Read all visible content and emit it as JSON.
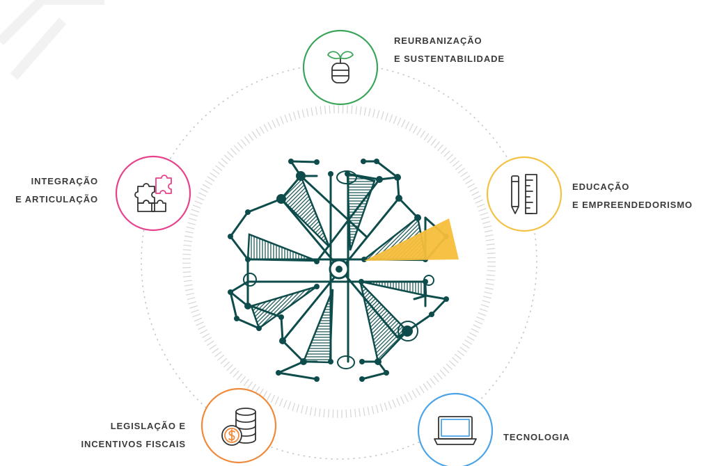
{
  "pillars": [
    {
      "id": "reurbanizacao",
      "line1": "REURBANIZAÇÃO",
      "line2": "E SUSTENTABILIDADE",
      "icon": "plant-icon",
      "color": "#3aa55a"
    },
    {
      "id": "educacao",
      "line1": "EDUCAÇÃO",
      "line2": "E EMPREENDEDORISMO",
      "icon": "pencil-ruler-icon",
      "color": "#f3c244"
    },
    {
      "id": "tecnologia",
      "line1": "TECNOLOGIA",
      "line2": "",
      "icon": "laptop-icon",
      "color": "#4ba3e8"
    },
    {
      "id": "legislacao",
      "line1": "LEGISLAÇÃO E",
      "line2": "INCENTIVOS FISCAIS",
      "icon": "coins-icon",
      "color": "#f08a3a"
    },
    {
      "id": "integracao",
      "line1": "INTEGRAÇÃO",
      "line2": "E ARTICULAÇÃO",
      "icon": "puzzle-icon",
      "color": "#e8418c"
    }
  ],
  "colors": {
    "emblem": "#0e4c4c",
    "accent": "#f7be3c",
    "text": "#3b3b3b",
    "dots": "#c4c4c4",
    "ticks": "#d5d5d5"
  }
}
